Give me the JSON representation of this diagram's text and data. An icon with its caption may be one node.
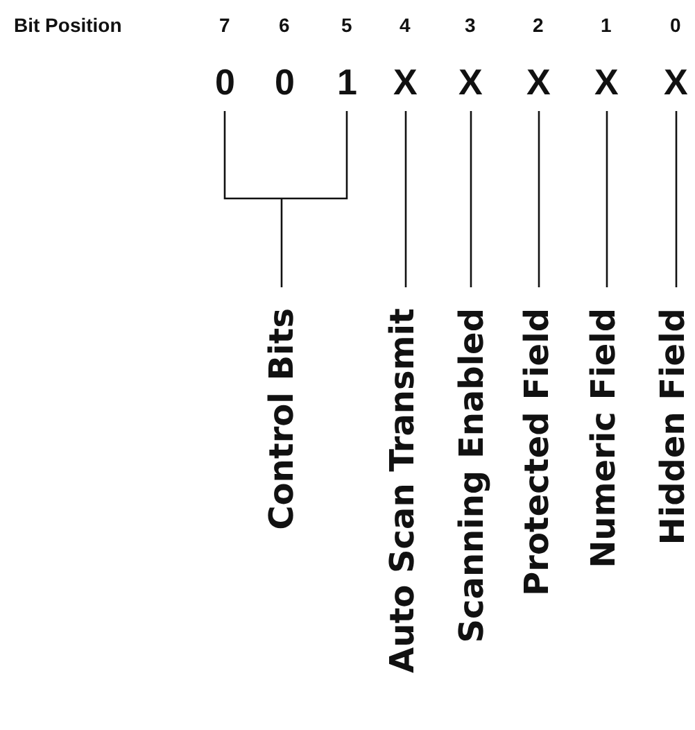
{
  "diagram": {
    "nodes": [
      {
        "text": [
          "0"
        ]
      },
      {
        "text": [
          "0"
        ]
      },
      {
        "text": [
          "1"
        ]
      },
      {
        "text": [
          "X"
        ]
      },
      {
        "text": [
          "X"
        ]
      },
      {
        "text": [
          "X"
        ]
      },
      {
        "text": [
          "X"
        ]
      },
      {
        "text": [
          "X"
        ]
      },
      {
        "text": [
          "Control Bits"
        ]
      },
      {
        "text": [
          "Auto Scan Transmit"
        ]
      },
      {
        "text": [
          "Scanning Enabled"
        ]
      },
      {
        "text": [
          "Protected Field"
        ]
      },
      {
        "text": [
          "Numeric Field"
        ]
      },
      {
        "text": [
          "Hidden Field"
        ]
      }
    ],
    "edges": [
      {
        "from": 0,
        "to": 8,
        "arrow": "none"
      },
      {
        "from": 2,
        "to": 8,
        "arrow": "none"
      },
      {
        "from": 3,
        "to": 9,
        "arrow": "none"
      },
      {
        "from": 4,
        "to": 10,
        "arrow": "none"
      },
      {
        "from": 5,
        "to": 11,
        "arrow": "none"
      },
      {
        "from": 6,
        "to": 12,
        "arrow": "none"
      },
      {
        "from": 7,
        "to": 13,
        "arrow": "none"
      }
    ],
    "labels": [
      "Bit Position",
      "7",
      "6",
      "5",
      "4",
      "3",
      "2",
      "1",
      "0"
    ]
  }
}
